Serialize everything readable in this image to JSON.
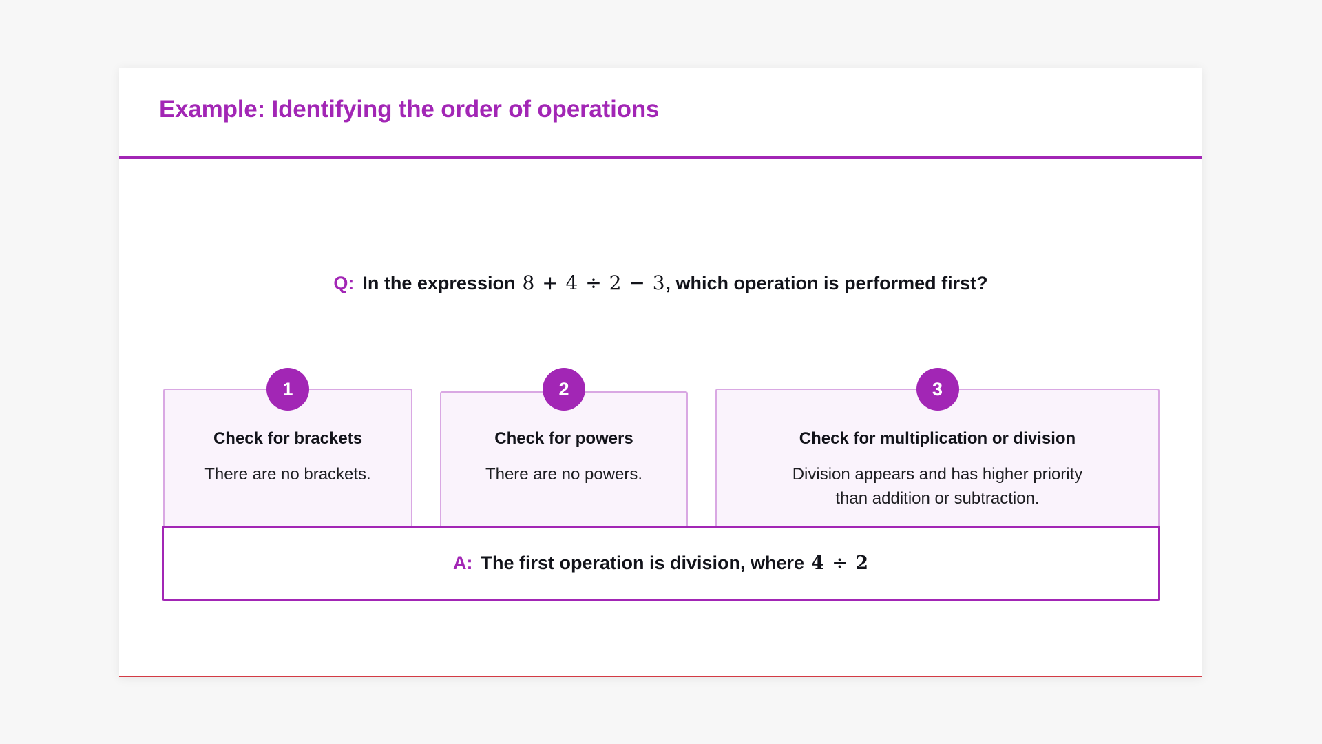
{
  "page": {
    "background_color": "#f7f7f7",
    "accent_color": "#a226b5",
    "card_fill_color": "#faf3fc",
    "card_border_color": "#d9a8e3",
    "bottom_rule_color": "#d33b45"
  },
  "header": {
    "title": "Example: Identifying the order of operations"
  },
  "question": {
    "tag": "Q:",
    "text_before": "In the expression",
    "expression": "8 + 4 ÷ 2 − 3",
    "text_after": ", which operation is performed first?"
  },
  "steps": [
    {
      "number": "1",
      "title": "Check for brackets",
      "body": "There are no brackets."
    },
    {
      "number": "2",
      "title": "Check for powers",
      "body": "There are no powers."
    },
    {
      "number": "3",
      "title": "Check for multiplication or division",
      "body": "Division appears and has higher priority than addition or subtraction."
    }
  ],
  "answer": {
    "tag": "A:",
    "text": "The first operation is division, where",
    "expression": "4 ÷ 2"
  }
}
